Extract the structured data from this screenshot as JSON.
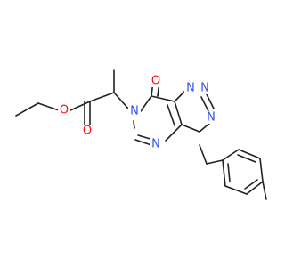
{
  "molecule": {
    "atom_colors": {
      "O": "#ff0d0d",
      "N": "#3050f8",
      "C": "#222222"
    },
    "atoms": [
      {
        "id": "o-carbonyl",
        "symbol": "O"
      },
      {
        "id": "o-ester",
        "symbol": "O"
      },
      {
        "id": "o-ester-co",
        "symbol": "O"
      },
      {
        "id": "n6",
        "symbol": "N"
      },
      {
        "id": "n1",
        "symbol": "N"
      },
      {
        "id": "n2",
        "symbol": "N"
      },
      {
        "id": "n3",
        "symbol": "N"
      },
      {
        "id": "n4",
        "symbol": "N"
      }
    ]
  }
}
